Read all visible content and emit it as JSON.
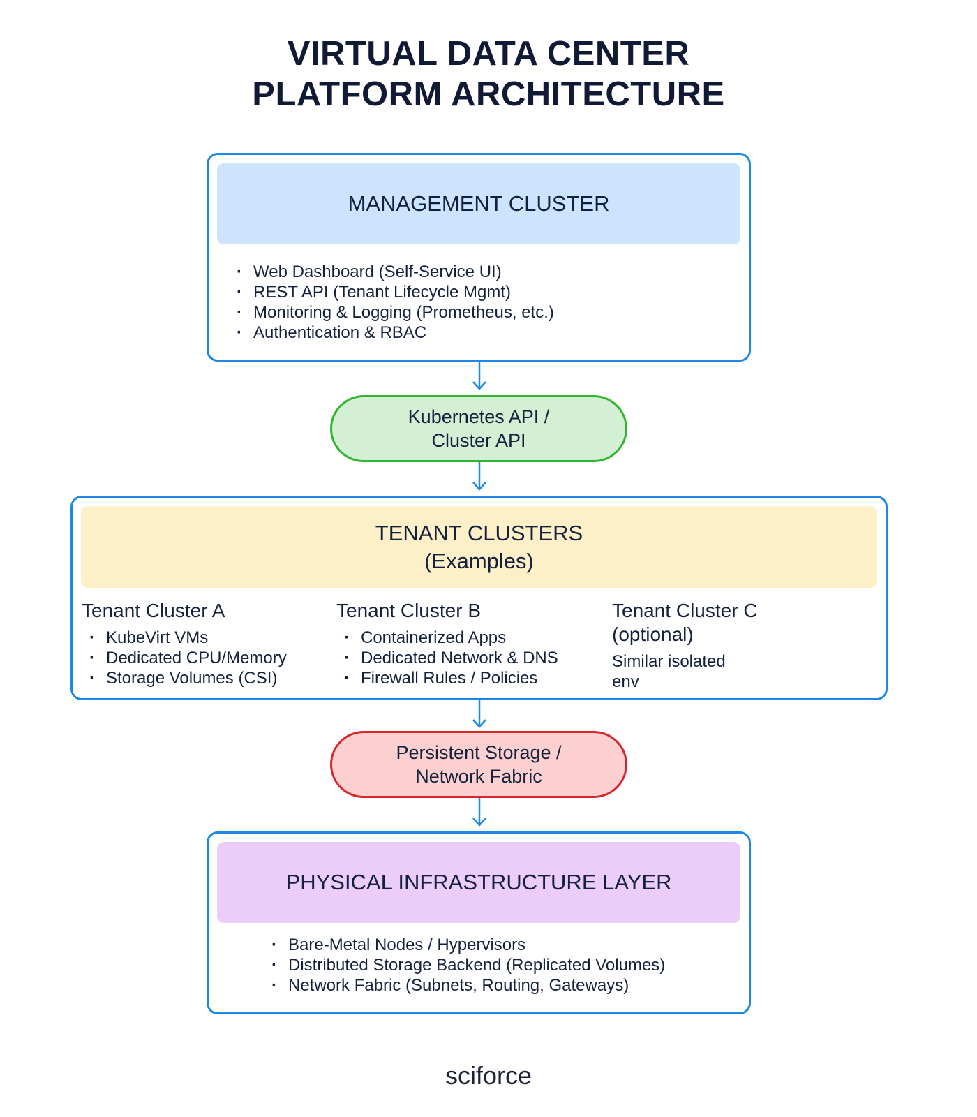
{
  "title": {
    "line1": "VIRTUAL DATA CENTER",
    "line2": "PLATFORM ARCHITECTURE"
  },
  "management": {
    "heading": "MANAGEMENT CLUSTER",
    "items": [
      "Web Dashboard (Self-Service UI)",
      "REST API (Tenant Lifecycle Mgmt)",
      "Monitoring & Logging (Prometheus, etc.)",
      "Authentication & RBAC"
    ]
  },
  "k8s_api": {
    "line1": "Kubernetes API /",
    "line2": "Cluster API"
  },
  "tenants": {
    "heading_line1": "TENANT CLUSTERS",
    "heading_line2": "(Examples)",
    "a": {
      "title": "Tenant Cluster A",
      "items": [
        "KubeVirt VMs",
        "Dedicated CPU/Memory",
        "Storage Volumes (CSI)"
      ]
    },
    "b": {
      "title": "Tenant Cluster B",
      "items": [
        "Containerized Apps",
        "Dedicated Network & DNS",
        "Firewall Rules / Policies"
      ]
    },
    "c": {
      "title_line1": "Tenant Cluster C",
      "title_line2": "(optional)",
      "text_line1": "Similar isolated",
      "text_line2": "env"
    }
  },
  "storage": {
    "line1": "Persistent Storage /",
    "line2": "Network Fabric"
  },
  "physical": {
    "heading": "PHYSICAL INFRASTRUCTURE LAYER",
    "items": [
      "Bare-Metal Nodes / Hypervisors",
      "Distributed Storage Backend (Replicated Volumes)",
      "Network Fabric (Subnets, Routing, Gateways)"
    ]
  },
  "logo": "sciforce",
  "colors": {
    "border_blue": "#1e88e5",
    "mgmt_band": "#cce5fc",
    "tenant_band": "#fdf0c8",
    "physical_band": "#ecccf8",
    "k8s_fill": "#d4f0d4",
    "k8s_border": "#2fb52f",
    "storage_fill": "#fdd0d0",
    "storage_border": "#d9262e"
  }
}
